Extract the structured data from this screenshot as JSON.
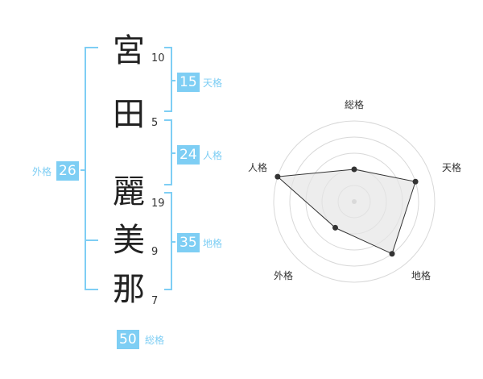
{
  "name": {
    "characters": [
      {
        "char": "宮",
        "strokes": "10"
      },
      {
        "char": "田",
        "strokes": "5"
      },
      {
        "char": "麗",
        "strokes": "19"
      },
      {
        "char": "美",
        "strokes": "9"
      },
      {
        "char": "那",
        "strokes": "7"
      }
    ]
  },
  "kaku": {
    "tenkaku": {
      "value": "15",
      "label": "天格"
    },
    "jinkaku": {
      "value": "24",
      "label": "人格"
    },
    "chikaku": {
      "value": "35",
      "label": "地格"
    },
    "gaikaku": {
      "value": "26",
      "label": "外格"
    },
    "soukaku": {
      "value": "50",
      "label": "総格"
    }
  },
  "colors": {
    "accent": "#7ecef4",
    "text": "#222222"
  },
  "chart_data": {
    "type": "radar",
    "axes": [
      "総格",
      "天格",
      "地格",
      "外格",
      "人格"
    ],
    "values": [
      2,
      4,
      4,
      2,
      5
    ],
    "max": 5
  }
}
